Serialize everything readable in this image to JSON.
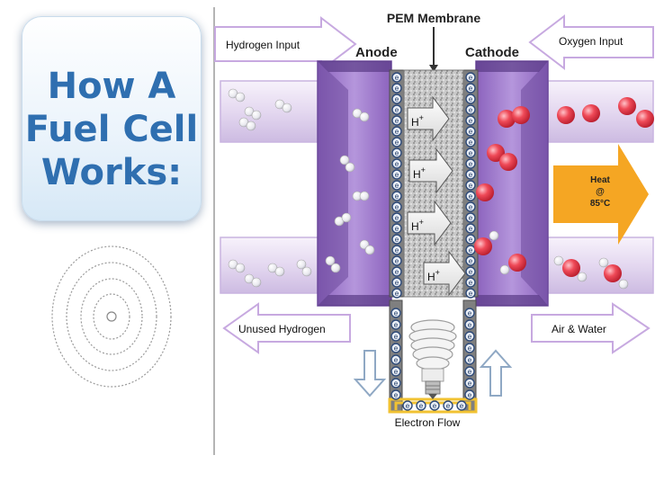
{
  "slide": {
    "title": "How A\nFuel Cell\nWorks:"
  },
  "diagram": {
    "pem_membrane": "PEM Membrane",
    "anode": "Anode",
    "cathode": "Cathode",
    "hydrogen_input": "Hydrogen Input",
    "oxygen_input": "Oxygen Input",
    "unused_hydrogen": "Unused Hydrogen",
    "air_water": "Air & Water",
    "heat_line1": "Heat",
    "heat_line2": "@",
    "heat_line3": "85°C",
    "electron_flow": "Electron Flow",
    "proton": "H",
    "proton_charge": "+",
    "electron": "e",
    "colors": {
      "cell_purple": "#9a72c8",
      "dark_purple": "#6d4a9c",
      "pipe_lavender": "#ece2f6",
      "arrow_outline": "#c7a9e0",
      "heat_orange": "#f5a623",
      "oxygen_red": "#e23a4a",
      "wire_yellow": "#f1c232"
    }
  }
}
